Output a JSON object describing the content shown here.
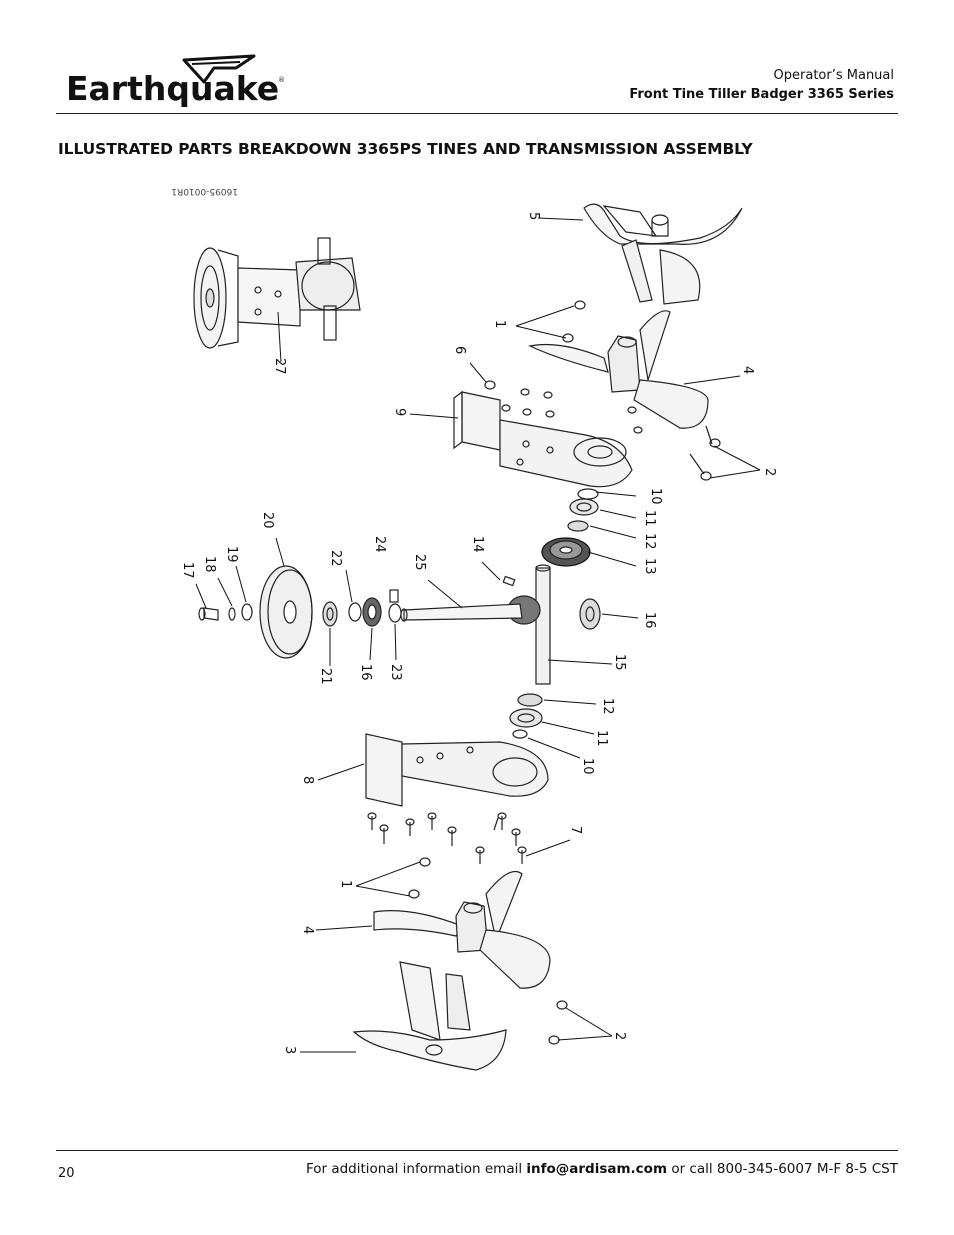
{
  "brand": {
    "name": "Earthquake"
  },
  "header": {
    "line1": "Operator’s Manual",
    "line2": "Front Tine Tiller Badger 3365 Series"
  },
  "title": "ILLUSTRATED PARTS BREAKDOWN 3365PS TINES AND TRANSMISSION ASSEMBLY",
  "drawing_code": "16095-0010R1",
  "part_labels": [
    "1",
    "2",
    "3",
    "4",
    "5",
    "6",
    "7",
    "8",
    "9",
    "10",
    "11",
    "12",
    "13",
    "14",
    "15",
    "16",
    "17",
    "18",
    "19",
    "20",
    "21",
    "22",
    "23",
    "24",
    "25",
    "27"
  ],
  "footer": {
    "page_number": "20",
    "text_before": "For additional information email ",
    "email": "info@ardisam.com",
    "text_after": " or call 800-345-6007 M-F 8-5 CST"
  }
}
